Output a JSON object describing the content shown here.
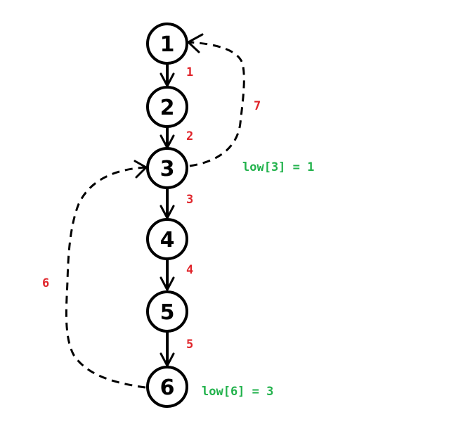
{
  "colors": {
    "node_stroke": "#000000",
    "edge_order_label": "#e0242a",
    "low_annotation": "#22b24c"
  },
  "nodes": [
    {
      "label": "1"
    },
    {
      "label": "2"
    },
    {
      "label": "3"
    },
    {
      "label": "4"
    },
    {
      "label": "5"
    },
    {
      "label": "6"
    }
  ],
  "tree_edges": [
    {
      "from": "1",
      "to": "2",
      "order": "1"
    },
    {
      "from": "2",
      "to": "3",
      "order": "2"
    },
    {
      "from": "3",
      "to": "4",
      "order": "3"
    },
    {
      "from": "4",
      "to": "5",
      "order": "4"
    },
    {
      "from": "5",
      "to": "6",
      "order": "5"
    }
  ],
  "back_edges": [
    {
      "from": "6",
      "to": "3",
      "order": "6",
      "style": "dashed"
    },
    {
      "from": "3",
      "to": "1",
      "order": "7",
      "style": "dashed"
    }
  ],
  "annotations": {
    "low_3": "low[3] = 1",
    "low_6": "low[6] = 3"
  }
}
